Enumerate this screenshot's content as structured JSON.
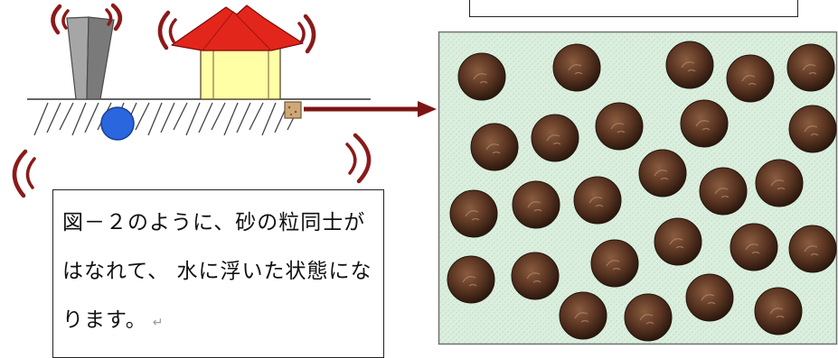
{
  "caption": {
    "lines": [
      "図－２のように、砂の粒同士が",
      "はなれて、 水に浮いた状態にな",
      "ります。"
    ],
    "paragraph_mark": "↵"
  },
  "icons": {
    "building": "tall-building-icon",
    "house": "house-icon",
    "vibration": "vibration-wave-icon",
    "sand_sample": "sand-sample-box",
    "arrow": "arrow-right-icon",
    "sand_grain": "sand-grain"
  },
  "colors": {
    "vibration_waves": "#8b1a1a",
    "roof": "#e3261c",
    "house_wall": "#ffffa6",
    "ball": "#2a66dd",
    "arrow": "#7b1515",
    "water": "#dcefdf",
    "sand_grain": "#5c3623"
  }
}
